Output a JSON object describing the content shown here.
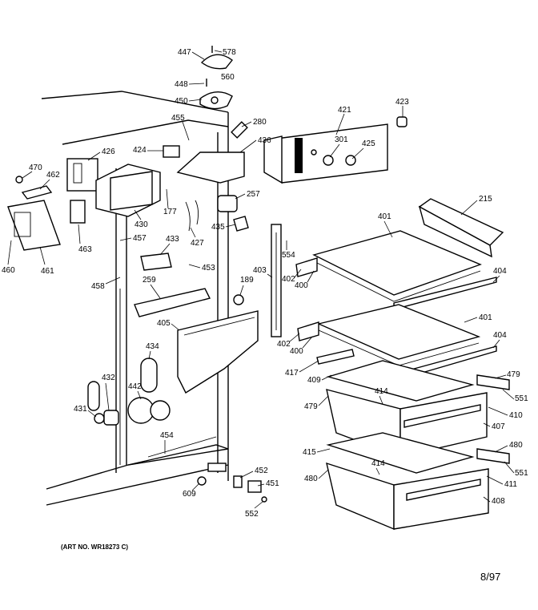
{
  "caption": "(ART NO. WR18273 C)",
  "date": "8/97",
  "callouts": {
    "c447": "447",
    "c578": "578",
    "c448": "448",
    "c560": "560",
    "c450": "450",
    "c455": "455",
    "c280": "280",
    "c421": "421",
    "c423": "423",
    "c436": "436",
    "c426": "426",
    "c424": "424",
    "c470": "470",
    "c462": "462",
    "c301": "301",
    "c425": "425",
    "c257": "257",
    "c215": "215",
    "c177": "177",
    "c430": "430",
    "c427": "427",
    "c435": "435",
    "c401a": "401",
    "c457": "457",
    "c463": "463",
    "c460": "460",
    "c461": "461",
    "c433": "433",
    "c453": "453",
    "c554": "554",
    "c403": "403",
    "c402a": "402",
    "c400a": "400",
    "c404a": "404",
    "c458": "458",
    "c259": "259",
    "c189": "189",
    "c405": "405",
    "c401b": "401",
    "c402b": "402",
    "c400b": "400",
    "c404b": "404",
    "c434": "434",
    "c417": "417",
    "c409": "409",
    "c479a": "479",
    "c432": "432",
    "c442": "442",
    "c414a": "414",
    "c551a": "551",
    "c479b": "479",
    "c410": "410",
    "c431": "431",
    "c407": "407",
    "c454": "454",
    "c480a": "480",
    "c415": "415",
    "c414b": "414",
    "c551b": "551",
    "c452": "452",
    "c480b": "480",
    "c451": "451",
    "c411": "411",
    "c609": "609",
    "c408": "408",
    "c552": "552"
  }
}
